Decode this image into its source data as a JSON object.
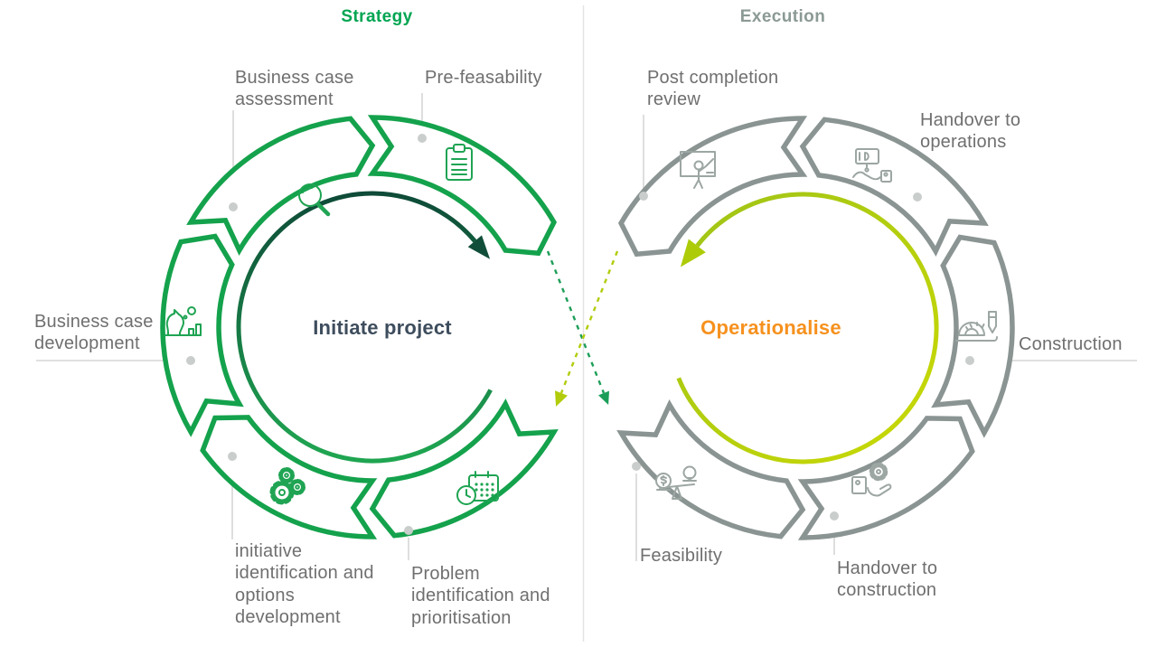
{
  "strategy": {
    "title": "Strategy",
    "center_label": "Initiate project",
    "steps": [
      {
        "label": "Business case assessment",
        "icon": "search-icon"
      },
      {
        "label": "Pre-feasability",
        "icon": "clipboard-icon"
      },
      {
        "label": "Business case development",
        "icon": "chess-strategy-icon"
      },
      {
        "label": "initiative identification and options development",
        "icon": "gears-icon"
      },
      {
        "label": "Problem identification and prioritisation",
        "icon": "calendar-clock-icon"
      }
    ]
  },
  "execution": {
    "title": "Execution",
    "center_label": "Operationalise",
    "steps": [
      {
        "label": "Post completion review",
        "icon": "presentation-icon"
      },
      {
        "label": "Handover to operations",
        "icon": "printing-hand-icon"
      },
      {
        "label": "Construction",
        "icon": "protractor-pen-icon"
      },
      {
        "label": "Handover to construction",
        "icon": "handover-gear-icon"
      },
      {
        "label": "Feasibility",
        "icon": "feasibility-scale-icon"
      }
    ]
  },
  "colors": {
    "strategy_ring": "#14A24C",
    "strategy_title": "#00A551",
    "initiate_arrow_dark": "#0E4A38",
    "initiate_arrow_light": "#1FA551",
    "execution_ring": "#8A9492",
    "execution_title": "#8B9A94",
    "operationalise_arrow": "#B2CC0C",
    "operationalise_text": "#F6911E",
    "initiate_text": "#3E4D5D",
    "label_text": "#6F6F6F",
    "leader_line": "#DBDBDB",
    "connector_dot": "#C9CDCB",
    "cross_arrow_green": "#1D9E58",
    "cross_arrow_lime": "#B2CC0C"
  }
}
